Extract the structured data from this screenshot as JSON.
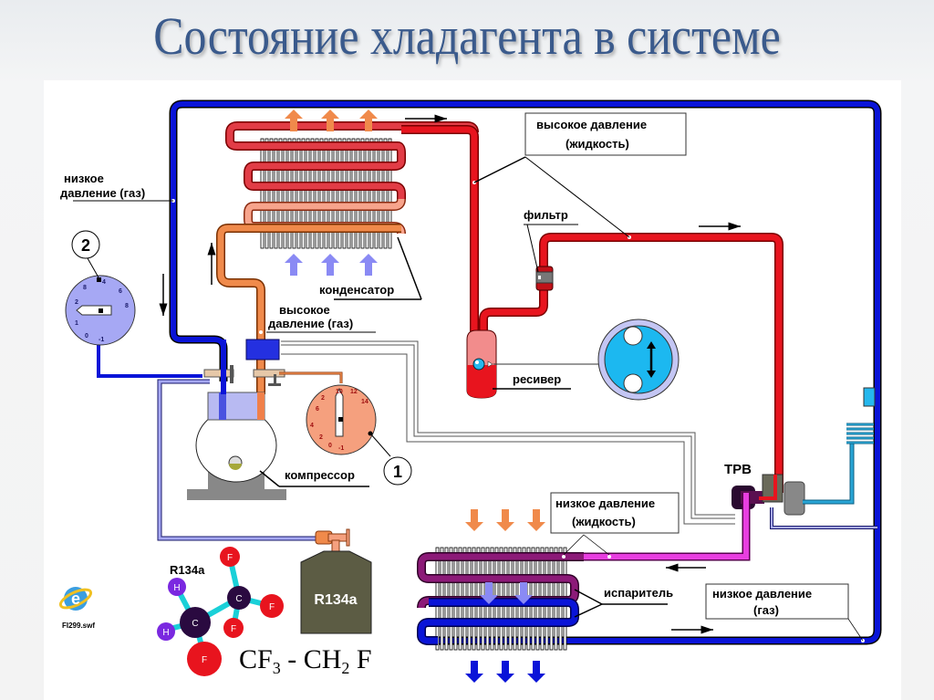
{
  "title": "Состояние хладагента в системе",
  "labels": {
    "low_pressure_gas_left": [
      "низкое",
      "давление (газ)"
    ],
    "high_pressure_liquid": [
      "высокое  давление",
      "(жидкость)"
    ],
    "filter": "фильтр",
    "condenser": "конденсатор",
    "high_pressure_gas": [
      "высокое",
      "давление (газ)"
    ],
    "receiver": "ресивер",
    "compressor": "компрессор",
    "trv": "ТРВ",
    "low_pressure_liquid": [
      "низкое давление",
      "(жидкость)"
    ],
    "evaporator": "испаритель",
    "low_pressure_gas_right": [
      "низкое давление",
      "(газ)"
    ]
  },
  "gauges": {
    "gauge_1": {
      "number": "1",
      "ticks": [
        "10",
        "12",
        "14",
        "2",
        "6",
        "4",
        "2",
        "0",
        "-1"
      ]
    },
    "gauge_2": {
      "number": "2",
      "ticks": [
        "4",
        "6",
        "8",
        "8",
        "2",
        "1",
        "0",
        "-1"
      ]
    }
  },
  "refrigerant": {
    "molecule_label": "R134a",
    "cylinder_label": "R134a",
    "formula": {
      "part1": "CF",
      "sub1": "3",
      "part2": " - CH",
      "sub2": "2",
      "part3": " F"
    },
    "atoms": [
      "F",
      "F",
      "F",
      "F",
      "C",
      "C",
      "H",
      "H"
    ]
  },
  "desktop_icon": {
    "label": "FI299.swf",
    "icon": "internet-explorer-icon"
  },
  "colors": {
    "low_gas": "#0a14d8",
    "high_liquid": "#e8141e",
    "high_gas": "#f08a4b",
    "low_liquid": "#e83ee0",
    "evap_mix": "#8c1a78",
    "gauge_high": "#f5a07e",
    "gauge_low": "#a6a8f4",
    "title": "#3a5a8c"
  }
}
